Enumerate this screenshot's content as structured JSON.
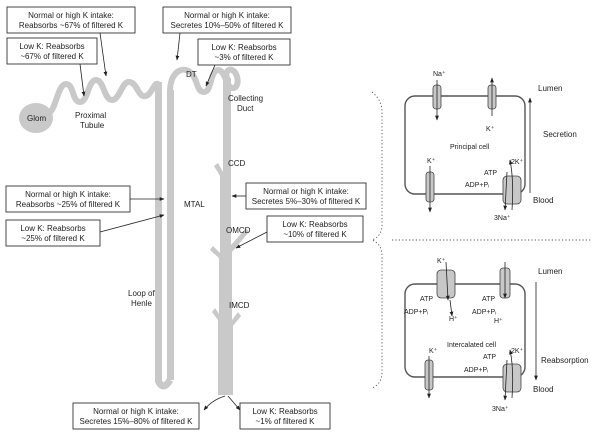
{
  "nephron": {
    "glom": "Glom",
    "proximal": [
      "Proximal",
      "Tubule"
    ],
    "dt": "DT",
    "collecting": [
      "Collecting",
      "Duct"
    ],
    "ccd": "CCD",
    "omcd": "OMCD",
    "mtal": "MTAL",
    "imcd": "IMCD",
    "loop": [
      "Loop of",
      "Henle"
    ]
  },
  "boxes": {
    "pt_normal": [
      "Normal or high K intake:",
      "Reabsorbs ~67% of filtered K"
    ],
    "pt_low": [
      "Low K: Reabsorbs",
      "~67% of filtered K"
    ],
    "dt_normal": [
      "Normal or high K intake:",
      "Secretes 10%–50% of filtered K"
    ],
    "dt_low": [
      "Low K: Reabsorbs",
      "~3% of filtered K"
    ],
    "mtal_normal": [
      "Normal or high K intake:",
      "Reabsorbs ~25% of filtered K"
    ],
    "mtal_low": [
      "Low K: Reabsorbs",
      "~25% of filtered K"
    ],
    "ccd_normal": [
      "Normal or high K intake:",
      "Secretes 5%–30% of filtered K"
    ],
    "omcd_low": [
      "Low K: Reabsorbs",
      "~10% of filtered K"
    ],
    "end_normal": [
      "Normal or high K intake:",
      "Secretes 15%–80% of filtered K"
    ],
    "end_low": [
      "Low K: Reabsorbs",
      "~1% of filtered K"
    ]
  },
  "cells": {
    "lumen": "Lumen",
    "blood": "Blood",
    "principal": "Principal cell",
    "intercalated": "Intercalated cell",
    "secretion": "Secretion",
    "reabsorption": "Reabsorption",
    "na": "Na⁺",
    "k": "K⁺",
    "k2": "2K⁺",
    "na3": "3Na⁺",
    "h": "H⁺",
    "atp": "ATP",
    "adp": "ADP+Pᵢ"
  }
}
